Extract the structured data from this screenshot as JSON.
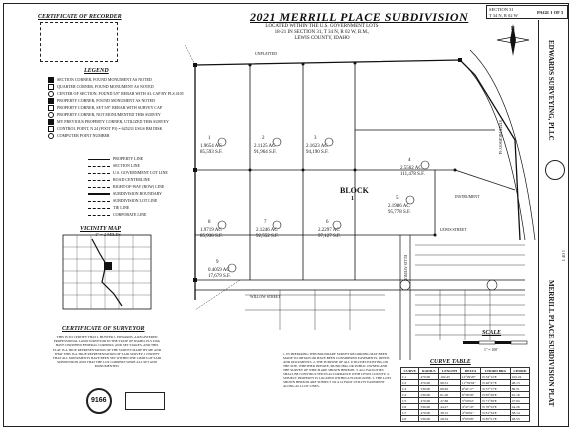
{
  "header": {
    "title": "2021 MERRILL PLACE SUBDIVISION",
    "sub1": "LOCATED WITHIN THE U.S. GOVERNMENT LOTS",
    "sub2": "18-21 IN SECTION 31, T 34 N, R 02 W, B.M.,",
    "sub3": "LEWIS COUNTY, IDAHO"
  },
  "sheet_box": {
    "section": "SECTION 31",
    "township": "T 34 N, R 02 W",
    "page": "PAGE 1 OF 3"
  },
  "certificates": {
    "recorder": "CERTIFICATE OF RECORDER",
    "surveyor": "CERTIFICATE OF SURVEYOR",
    "surveyor_text": "THIS IS TO CERTIFY THAT I, HUNTER J. EDWARDS, A REGISTERED PROFESSIONAL LAND SURVEYOR IN THE STATE OF IDAHO, PLS 9166, HAVE CERTIFIED FEDERAL CORNERS, AND SET STAKES, AND THIS PLAT IS A TRUE REPRESENTATION OF THE SURVEY MADE BY ME AND THAT THIS IS A TRUE REPRESENTATION OF SAID SURVEY. I CERTIFY THAT ALL MONUMENTS HAVE BEEN SET WITHIN THE LIMITS OF SAID SUBDIVISION AND THAT THE LOT CORNERS WERE ALL SET AND MONUMENTED.",
    "seal": "9166"
  },
  "legend": {
    "title": "LEGEND",
    "items": [
      "SECTION CORNER, FOUND MONUMENT AS NOTED",
      "QUARTER CORNER, FOUND MONUMENT AS NOTED",
      "CENTER OF SECTION, FOUND 5/8\" REBAR WITH AL CAP BY PLS 4105",
      "PROPERTY CORNER, FOUND MONUMENT AS NOTED",
      "PROPERTY CORNER, SET 5/8\" REBAR WITH SURVEY CAP",
      "PROPERTY CORNER, NOT MONUMENTED THIS SURVEY",
      "MY PREVIOUS PROPERTY CORNER, UTILIZED THIS SURVEY",
      "CONTROL POINT, N 24 (FOOT P3) = 625233 USGS BM DISK",
      "COMPUTER POINT NUMBER"
    ],
    "lines": [
      "PROPERTY LINE",
      "SECTION LINE",
      "U.S. GOVERNMENT LOT LINE",
      "ROAD CENTERLINE",
      "RIGHT-OF-WAY (ROW) LINE",
      "SUBDIVISION BOUNDARY",
      "SUBDIVISION LOT LINE",
      "TIE LINE",
      "CORPORATE LINE"
    ]
  },
  "vicinity": {
    "title": "VICINITY MAP",
    "scale": "1\" = 2 MILES"
  },
  "plat": {
    "block": "BLOCK",
    "block_num": "1",
    "lots": [
      {
        "num": "1",
        "acres": "1.9654 AC",
        "sqft": "85,593 S.F."
      },
      {
        "num": "2",
        "acres": "2.1125 AC",
        "sqft": "91,964 S.F."
      },
      {
        "num": "3",
        "acres": "2.1623 AC",
        "sqft": "94,190 S.F."
      },
      {
        "num": "4",
        "acres": "2.5562 AC",
        "sqft": "111,478 S.F."
      },
      {
        "num": "5",
        "acres": "2.1986 AC",
        "sqft": "95,778 S.F."
      },
      {
        "num": "6",
        "acres": "2.2297 AC",
        "sqft": "97,127 S.F."
      },
      {
        "num": "7",
        "acres": "2.1246 AC",
        "sqft": "92,552 S.F."
      },
      {
        "num": "8",
        "acres": "1.9719 AC",
        "sqft": "85,936 S.F."
      },
      {
        "num": "9",
        "acres": "0.4059 AC",
        "sqft": "17,679 S.F."
      }
    ],
    "instrument": "INSTRUMENT",
    "unplatted": "UNPLATTED",
    "street": "LEWIS STREET",
    "street2": "WILLOW STREET",
    "highway": "STATE HIGHWAY 64",
    "alley": "ELLIS AVENUE"
  },
  "scale": {
    "label": "SCALE",
    "value": "1\" = 100'"
  },
  "curve_table": {
    "title": "CURVE TABLE",
    "headers": [
      "CURVE",
      "RADIUS",
      "LENGTH",
      "DELTA",
      "CHORD BRG",
      "CHORD"
    ],
    "rows": [
      [
        "C1",
        "470.00",
        "102.45",
        "12°29'20\"",
        "N 34°12'E",
        "102.24"
      ],
      [
        "C2",
        "470.00",
        "98.31",
        "11°59'04\"",
        "N 46°27'E",
        "98.13"
      ],
      [
        "C3",
        "530.00",
        "89.62",
        "9°41'17\"",
        "N 57°17'E",
        "89.51"
      ],
      [
        "C4",
        "530.00",
        "61.20",
        "6°36'58\"",
        "N 65°26'E",
        "61.16"
      ],
      [
        "C5",
        "470.00",
        "47.86",
        "5°50'04\"",
        "N 71°39'E",
        "47.84"
      ],
      [
        "C6",
        "530.00",
        "44.27",
        "4°47'10\"",
        "N 76°52'E",
        "44.26"
      ],
      [
        "C7",
        "470.00",
        "38.15",
        "4°39'01\"",
        "N 81°34'E",
        "38.14"
      ],
      [
        "C8",
        "530.00",
        "28.54",
        "3°05'08\"",
        "N 85°21'E",
        "28.53"
      ]
    ]
  },
  "notes": {
    "text": "1. IN PREPARING THIS BOUNDARY SURVEY RECORDING MAY BEEN MADE TO OBTAIN OR HAVE BEEN CONSIDERED EASEMENTS, DEEDS AND DOCUMENTS. 2. THE PURPOSE OF ALL UTILITIES EXISTING ON THE SITE, WHETHER PRIVATE, MUNICIPAL OR PUBLIC OWNED AND THE SURVEY OF WHICH ARE SHOWN HEREON. 3. ALL FACILITIES SHALL BE CONSTRUCTED IN ACCORDANCE WITH LEWIS COUNTY. 4. SUBJECT PROPERTY IS LOCATED WITHIN A FLOOD ZONE. 5. THE LOTS SHOWN HEREON ARE SUBJECT TO A 10 FOOT UTILITY EASEMENT ALONG ALL LOT LINES."
  },
  "sidebar": {
    "company": "EDWARDS SURVEYING, PLLC",
    "plat_title": "MERRILL PLACE SUBDIVISION PLAT",
    "sheet": "1 OF 3"
  },
  "colors": {
    "ink": "#111111",
    "paper": "#ffffff"
  }
}
